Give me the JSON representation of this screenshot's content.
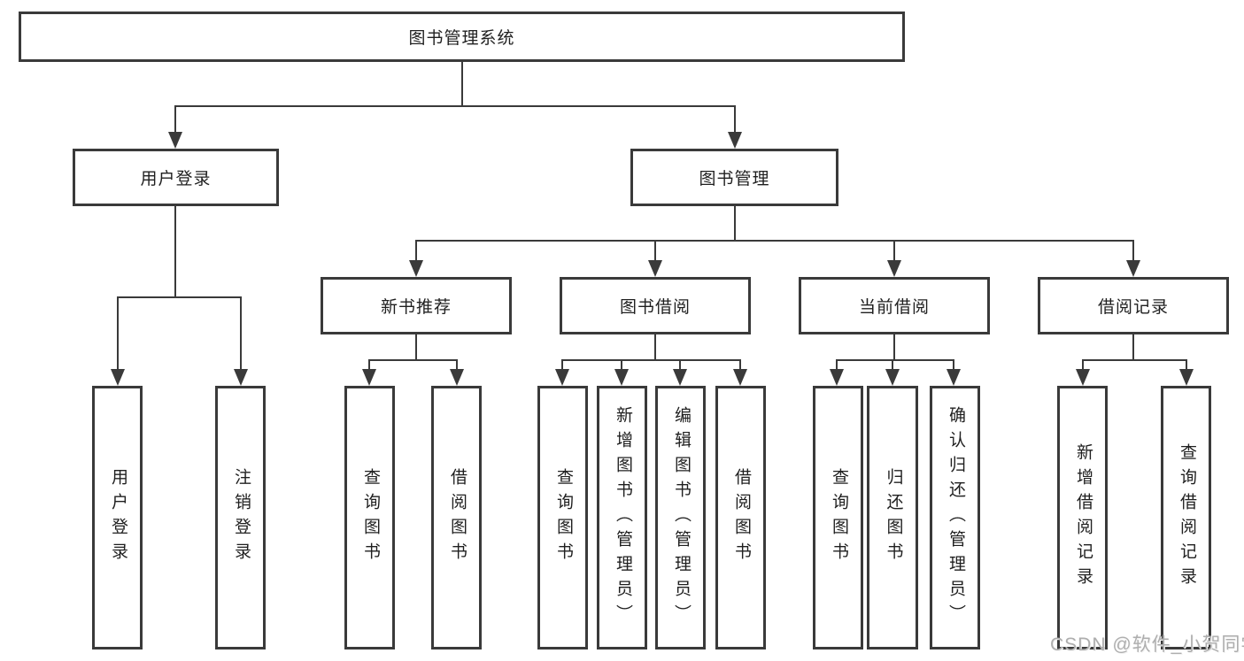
{
  "tree": {
    "label": "图书管理系统",
    "children": [
      {
        "label": "用户登录",
        "children": [
          {
            "label": "用户登录"
          },
          {
            "label": "注销登录"
          }
        ]
      },
      {
        "label": "图书管理",
        "children": [
          {
            "label": "新书推荐",
            "children": [
              {
                "label": "查询图书"
              },
              {
                "label": "借阅图书"
              }
            ]
          },
          {
            "label": "图书借阅",
            "children": [
              {
                "label": "查询图书"
              },
              {
                "label": "新增图书（管理员）"
              },
              {
                "label": "编辑图书（管理员）"
              },
              {
                "label": "借阅图书"
              }
            ]
          },
          {
            "label": "当前借阅",
            "children": [
              {
                "label": "查询图书"
              },
              {
                "label": "归还图书"
              },
              {
                "label": "确认归还（管理员）"
              }
            ]
          },
          {
            "label": "借阅记录",
            "children": [
              {
                "label": "新增借阅记录"
              },
              {
                "label": "查询借阅记录"
              }
            ]
          }
        ]
      }
    ]
  },
  "watermark": {
    "text": "CSDN @软件_小贺同学"
  },
  "colors": {
    "line": "#3a3a3a",
    "box_border": "#3a3a3a",
    "text": "#1f1f1f",
    "background": "#ffffff",
    "watermark": "#aeaeae"
  }
}
